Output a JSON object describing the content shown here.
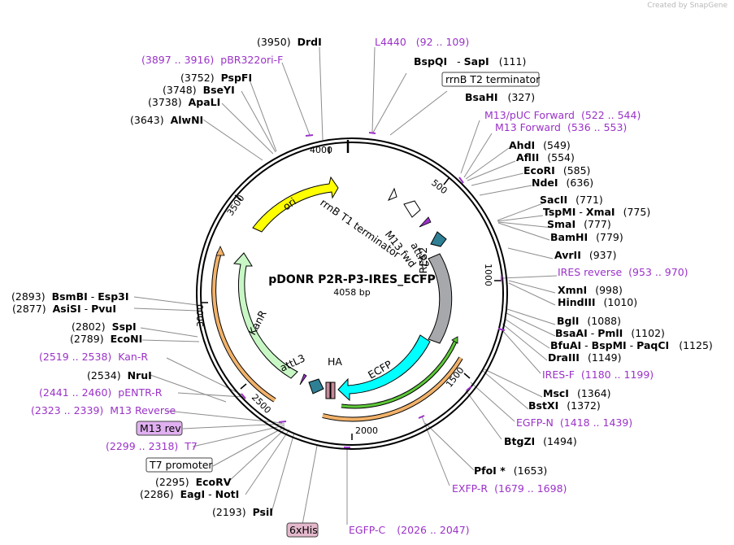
{
  "credit": "Created by SnapGene",
  "plasmid": {
    "name": "pDONR P2R-P3-IRES_ECFP",
    "size": "4058 bp"
  },
  "colors": {
    "purple": "#9b32c8",
    "ori": "#ffff00",
    "kanr": "#c8f7c5",
    "ires": "#a6a8ab",
    "ecfp": "#00ffff",
    "att": "#2f8095",
    "ha": "#c48a9a",
    "orange": "#f2b26a",
    "green": "#5ec83a"
  },
  "ticks": [
    "4000",
    "500",
    "3500",
    "1000",
    "3000",
    "1500",
    "2500",
    "2000"
  ],
  "features": [
    "ori",
    "rrnB T1 terminator",
    "M13 fwd",
    "attR2",
    "IRES2",
    "KanR",
    "attL3",
    "HA",
    "ECFP"
  ],
  "boxed": {
    "rrnb_t2": "rrnB T2 terminator",
    "m13rev": "M13 rev",
    "t7prom": "T7 promoter",
    "his": "6xHis"
  },
  "right_labels": [
    {
      "id": "bspqi",
      "text": "BspQI",
      "text2": "SapI",
      "pos": "(111)",
      "color": "black"
    },
    {
      "id": "bsahi",
      "text": "BsaHI",
      "pos": "(327)",
      "color": "black"
    },
    {
      "id": "m13puc",
      "text": "M13/pUC Forward",
      "pos": "(522 .. 544)",
      "color": "purple"
    },
    {
      "id": "m13fwd",
      "text": "M13 Forward",
      "pos": "(536 .. 553)",
      "color": "purple"
    },
    {
      "id": "ahdi",
      "text": "AhdI",
      "pos": "(549)",
      "color": "black"
    },
    {
      "id": "aflii",
      "text": "AflII",
      "pos": "(554)",
      "color": "black"
    },
    {
      "id": "ecori",
      "text": "EcoRI",
      "pos": "(585)",
      "color": "black"
    },
    {
      "id": "ndei",
      "text": "NdeI",
      "pos": "(636)",
      "color": "black"
    },
    {
      "id": "sacii",
      "text": "SacII",
      "pos": "(771)",
      "color": "black"
    },
    {
      "id": "tspmi",
      "text": "TspMI",
      "text2": "XmaI",
      "pos": "(775)",
      "color": "black"
    },
    {
      "id": "smai",
      "text": "SmaI",
      "pos": "(777)",
      "color": "black"
    },
    {
      "id": "bamhi",
      "text": "BamHI",
      "pos": "(779)",
      "color": "black"
    },
    {
      "id": "avrii",
      "text": "AvrII",
      "pos": "(937)",
      "color": "black"
    },
    {
      "id": "iresrev",
      "text": "IRES reverse",
      "pos": "(953 .. 970)",
      "color": "purple"
    },
    {
      "id": "xmni",
      "text": "XmnI",
      "pos": "(998)",
      "color": "black"
    },
    {
      "id": "hindiii",
      "text": "HindIII",
      "pos": "(1010)",
      "color": "black"
    },
    {
      "id": "bgli",
      "text": "BglI",
      "pos": "(1088)",
      "color": "black"
    },
    {
      "id": "bsaai",
      "text": "BsaAI",
      "text2": "PmlI",
      "pos": "(1102)",
      "color": "black"
    },
    {
      "id": "bfuai",
      "text": "BfuAI",
      "text2": "BspMI",
      "text3": "PaqCI",
      "pos": "(1125)",
      "color": "black"
    },
    {
      "id": "draiii",
      "text": "DraIII",
      "pos": "(1149)",
      "color": "black"
    },
    {
      "id": "iresf",
      "text": "IRES-F",
      "pos": "(1180 .. 1199)",
      "color": "purple"
    },
    {
      "id": "msci",
      "text": "MscI",
      "pos": "(1364)",
      "color": "black"
    },
    {
      "id": "bstxi",
      "text": "BstXI",
      "pos": "(1372)",
      "color": "black"
    },
    {
      "id": "egfpn",
      "text": "EGFP-N",
      "pos": "(1418 .. 1439)",
      "color": "purple"
    },
    {
      "id": "btgzi",
      "text": "BtgZI",
      "pos": "(1494)",
      "color": "black"
    },
    {
      "id": "pfoi",
      "text": "PfoI *",
      "pos": "(1653)",
      "color": "black"
    },
    {
      "id": "exfpr",
      "text": "EXFP-R",
      "pos": "(1679 .. 1698)",
      "color": "purple"
    },
    {
      "id": "egfpc",
      "text": "EGFP-C",
      "pos": "(2026 .. 2047)",
      "color": "purple"
    }
  ],
  "left_labels": [
    {
      "id": "drdi",
      "text": "DrdI",
      "pos": "(3950)",
      "color": "black"
    },
    {
      "id": "l4440",
      "text": "L4440",
      "pos": "(92 .. 109)",
      "color": "purple"
    },
    {
      "id": "pbr322",
      "text": "pBR322ori-F",
      "pos": "(3897 .. 3916)",
      "color": "purple"
    },
    {
      "id": "pspfi",
      "text": "PspFI",
      "pos": "(3752)",
      "color": "black"
    },
    {
      "id": "bseyi",
      "text": "BseYI",
      "pos": "(3748)",
      "color": "black"
    },
    {
      "id": "apali",
      "text": "ApaLI",
      "pos": "(3738)",
      "color": "black"
    },
    {
      "id": "alwni",
      "text": "AlwNI",
      "pos": "(3643)",
      "color": "black"
    },
    {
      "id": "bsmbi",
      "text": "BsmBI",
      "text2": "Esp3I",
      "pos": "(2893)",
      "color": "black"
    },
    {
      "id": "asisi",
      "text": "AsiSI",
      "text2": "PvuI",
      "pos": "(2877)",
      "color": "black"
    },
    {
      "id": "sspi",
      "text": "SspI",
      "pos": "(2802)",
      "color": "black"
    },
    {
      "id": "econi",
      "text": "EcoNI",
      "pos": "(2789)",
      "color": "black"
    },
    {
      "id": "kanr_p",
      "text": "Kan-R",
      "pos": "(2519 .. 2538)",
      "color": "purple"
    },
    {
      "id": "nrui",
      "text": "NruI",
      "pos": "(2534)",
      "color": "black"
    },
    {
      "id": "pentr",
      "text": "pENTR-R",
      "pos": "(2441 .. 2460)",
      "color": "purple"
    },
    {
      "id": "m13reverse",
      "text": "M13 Reverse",
      "pos": "(2323 .. 2339)",
      "color": "purple"
    },
    {
      "id": "t7",
      "text": "T7",
      "pos": "(2299 .. 2318)",
      "color": "purple"
    },
    {
      "id": "ecorv",
      "text": "EcoRV",
      "pos": "(2295)",
      "color": "black"
    },
    {
      "id": "eagi",
      "text": "EagI",
      "text2": "NotI",
      "pos": "(2286)",
      "color": "black"
    },
    {
      "id": "psii",
      "text": "PsiI",
      "pos": "(2193)",
      "color": "black"
    }
  ]
}
